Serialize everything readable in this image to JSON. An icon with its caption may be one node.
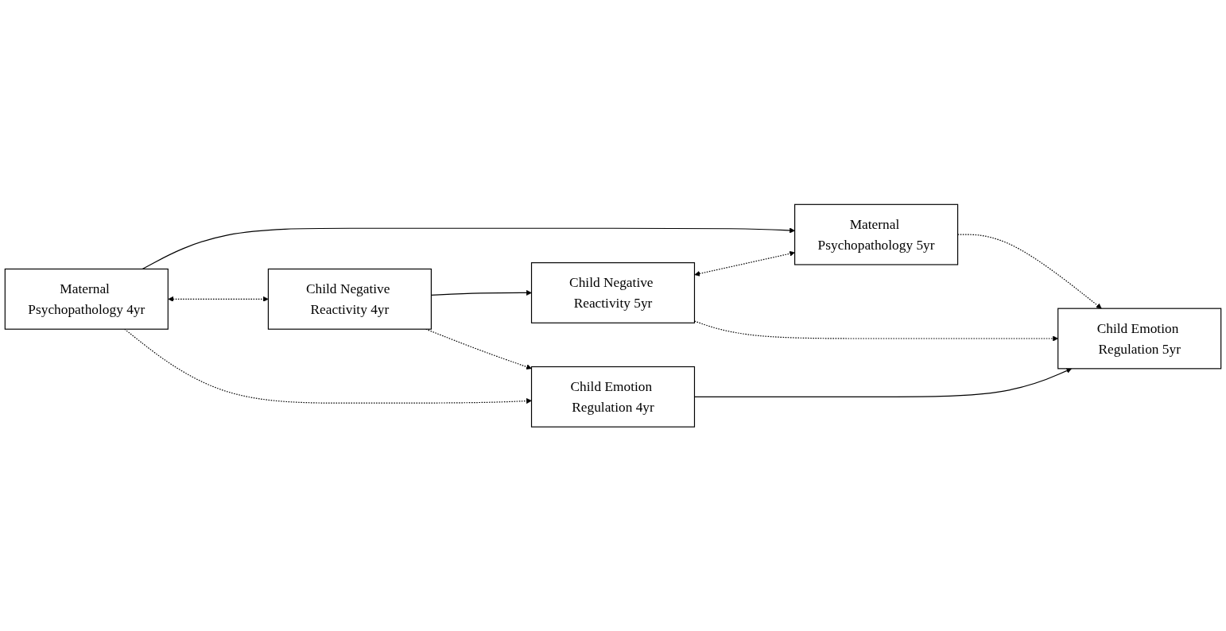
{
  "diagram": {
    "nodes": [
      {
        "text": [
          "Maternal Psychopathology 4yr"
        ]
      },
      {
        "text": [
          "Maternal Psychopathology 5yr"
        ]
      },
      {
        "text": [
          "Child Negative Reactivity 4yr"
        ]
      },
      {
        "text": [
          "Child Negative Reactivity 5yr"
        ]
      },
      {
        "text": [
          "Child Emotion Regulation 4yr"
        ]
      },
      {
        "text": [
          "Child Emotion Regulation 5yr"
        ]
      }
    ],
    "edges": [
      {
        "from": 0,
        "to": 1,
        "arrow": "to"
      },
      {
        "from": 0,
        "to": 2,
        "arrow": "both",
        "style": "dashed"
      },
      {
        "from": 3,
        "to": 1,
        "arrow": "both",
        "style": "dashed"
      },
      {
        "from": 2,
        "to": 3,
        "arrow": "to"
      },
      {
        "from": 0,
        "to": 4,
        "arrow": "to",
        "style": "dashed"
      },
      {
        "from": 2,
        "to": 4,
        "arrow": "to",
        "style": "dashed"
      },
      {
        "from": 1,
        "to": 5,
        "arrow": "to",
        "style": "dashed"
      },
      {
        "from": 3,
        "to": 5,
        "arrow": "to",
        "style": "dashed"
      },
      {
        "from": 4,
        "to": 5,
        "arrow": "to"
      }
    ]
  }
}
